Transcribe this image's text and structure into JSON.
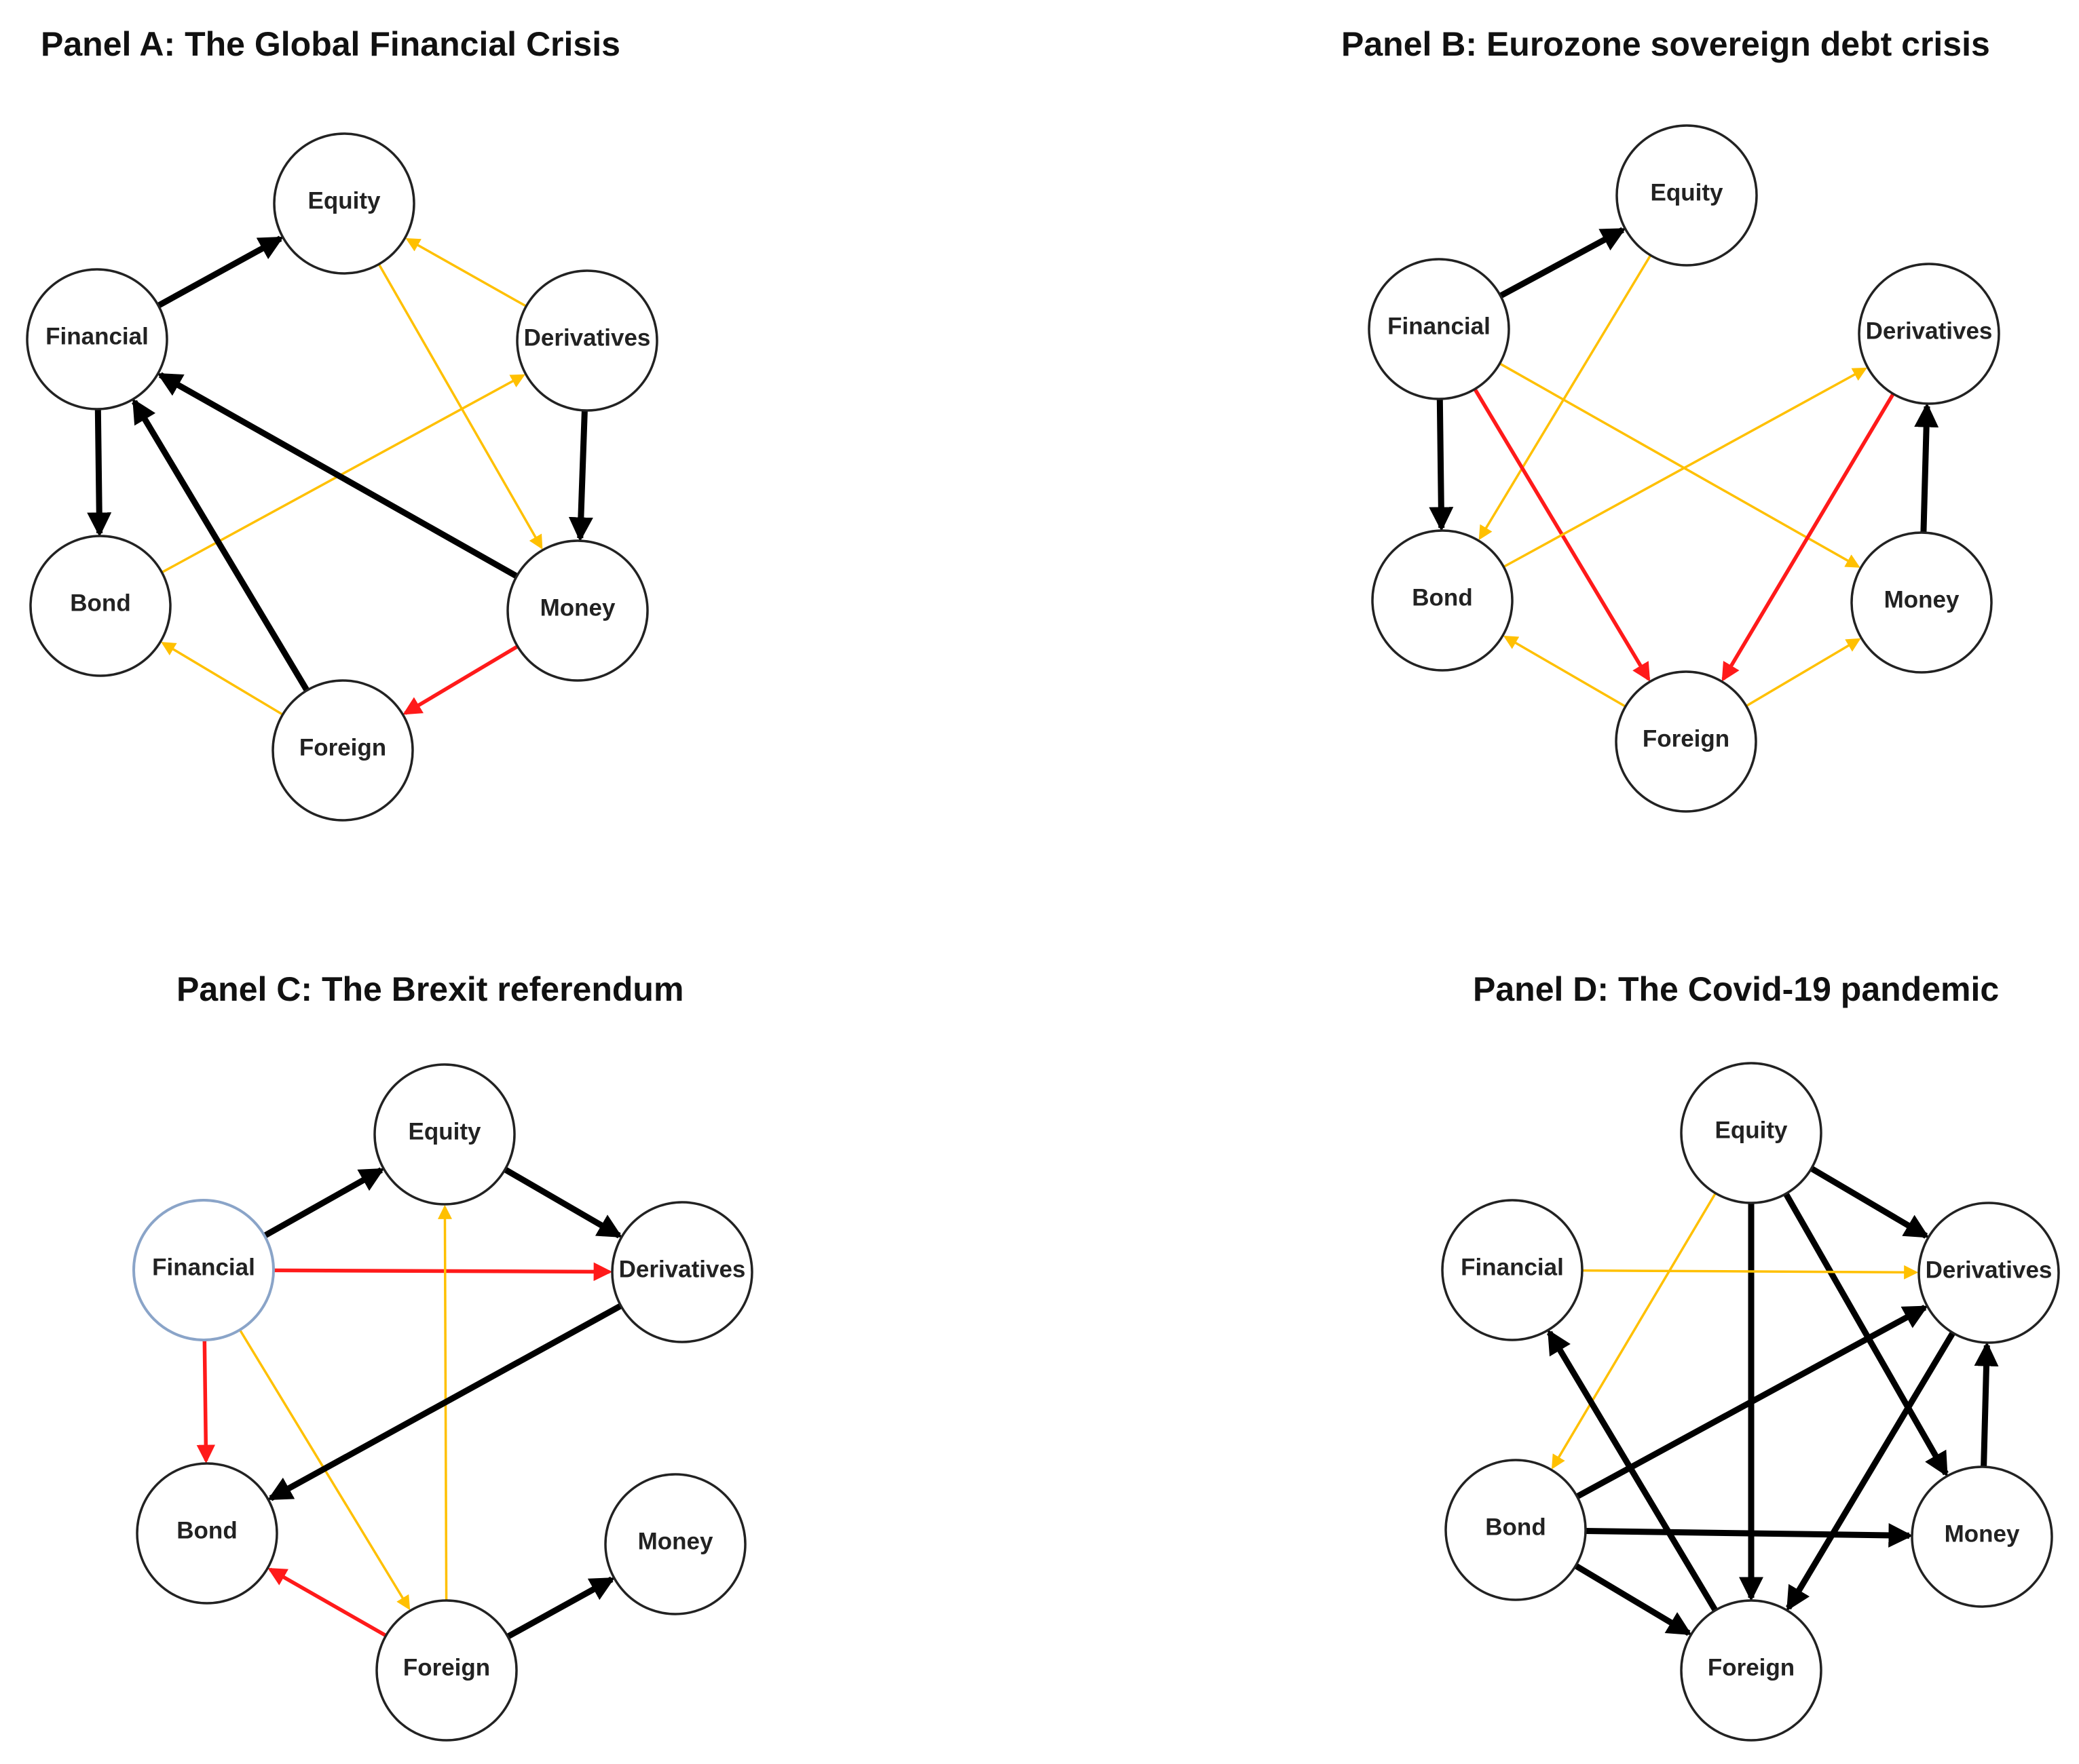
{
  "colors": {
    "strong": "#000000",
    "moderate": "#ffc000",
    "negative": "#ff1a1a",
    "highlight_node": "#8aa4c8"
  },
  "panels": [
    {
      "id": "A",
      "title": "Panel A: The Global Financial Crisis",
      "nodes": [
        "Equity",
        "Financial",
        "Derivatives",
        "Bond",
        "Money",
        "Foreign"
      ],
      "edges": [
        {
          "from": "Financial",
          "to": "Equity",
          "type": "strong"
        },
        {
          "from": "Derivatives",
          "to": "Equity",
          "type": "moderate"
        },
        {
          "from": "Equity",
          "to": "Money",
          "type": "moderate"
        },
        {
          "from": "Derivatives",
          "to": "Money",
          "type": "strong"
        },
        {
          "from": "Financial",
          "to": "Bond",
          "type": "strong"
        },
        {
          "from": "Bond",
          "to": "Derivatives",
          "type": "moderate"
        },
        {
          "from": "Money",
          "to": "Financial",
          "type": "strong"
        },
        {
          "from": "Foreign",
          "to": "Financial",
          "type": "strong"
        },
        {
          "from": "Foreign",
          "to": "Bond",
          "type": "moderate"
        },
        {
          "from": "Money",
          "to": "Foreign",
          "type": "negative"
        }
      ]
    },
    {
      "id": "B",
      "title": "Panel B: Eurozone sovereign debt crisis",
      "nodes": [
        "Equity",
        "Financial",
        "Derivatives",
        "Bond",
        "Money",
        "Foreign"
      ],
      "edges": [
        {
          "from": "Financial",
          "to": "Equity",
          "type": "strong"
        },
        {
          "from": "Equity",
          "to": "Bond",
          "type": "moderate"
        },
        {
          "from": "Financial",
          "to": "Bond",
          "type": "strong"
        },
        {
          "from": "Financial",
          "to": "Foreign",
          "type": "negative"
        },
        {
          "from": "Financial",
          "to": "Money",
          "type": "moderate"
        },
        {
          "from": "Bond",
          "to": "Derivatives",
          "type": "moderate"
        },
        {
          "from": "Derivatives",
          "to": "Foreign",
          "type": "negative"
        },
        {
          "from": "Money",
          "to": "Derivatives",
          "type": "strong"
        },
        {
          "from": "Foreign",
          "to": "Bond",
          "type": "moderate"
        },
        {
          "from": "Foreign",
          "to": "Money",
          "type": "moderate"
        }
      ]
    },
    {
      "id": "C",
      "title": "Panel C: The Brexit referendum",
      "nodes": [
        "Equity",
        "Financial",
        "Derivatives",
        "Bond",
        "Money",
        "Foreign"
      ],
      "highlight": "Financial",
      "edges": [
        {
          "from": "Financial",
          "to": "Equity",
          "type": "strong"
        },
        {
          "from": "Equity",
          "to": "Derivatives",
          "type": "strong"
        },
        {
          "from": "Financial",
          "to": "Derivatives",
          "type": "negative"
        },
        {
          "from": "Financial",
          "to": "Bond",
          "type": "negative"
        },
        {
          "from": "Financial",
          "to": "Foreign",
          "type": "moderate"
        },
        {
          "from": "Foreign",
          "to": "Equity",
          "type": "moderate"
        },
        {
          "from": "Derivatives",
          "to": "Bond",
          "type": "strong"
        },
        {
          "from": "Foreign",
          "to": "Bond",
          "type": "negative"
        },
        {
          "from": "Foreign",
          "to": "Money",
          "type": "strong"
        }
      ]
    },
    {
      "id": "D",
      "title": "Panel D: The Covid-19 pandemic",
      "nodes": [
        "Equity",
        "Financial",
        "Derivatives",
        "Bond",
        "Money",
        "Foreign"
      ],
      "edges": [
        {
          "from": "Equity",
          "to": "Derivatives",
          "type": "strong"
        },
        {
          "from": "Equity",
          "to": "Bond",
          "type": "moderate"
        },
        {
          "from": "Equity",
          "to": "Foreign",
          "type": "strong"
        },
        {
          "from": "Equity",
          "to": "Money",
          "type": "strong"
        },
        {
          "from": "Financial",
          "to": "Derivatives",
          "type": "moderate"
        },
        {
          "from": "Foreign",
          "to": "Financial",
          "type": "strong"
        },
        {
          "from": "Bond",
          "to": "Derivatives",
          "type": "strong"
        },
        {
          "from": "Bond",
          "to": "Money",
          "type": "strong"
        },
        {
          "from": "Bond",
          "to": "Foreign",
          "type": "strong"
        },
        {
          "from": "Derivatives",
          "to": "Foreign",
          "type": "strong"
        },
        {
          "from": "Money",
          "to": "Derivatives",
          "type": "strong"
        }
      ]
    }
  ]
}
